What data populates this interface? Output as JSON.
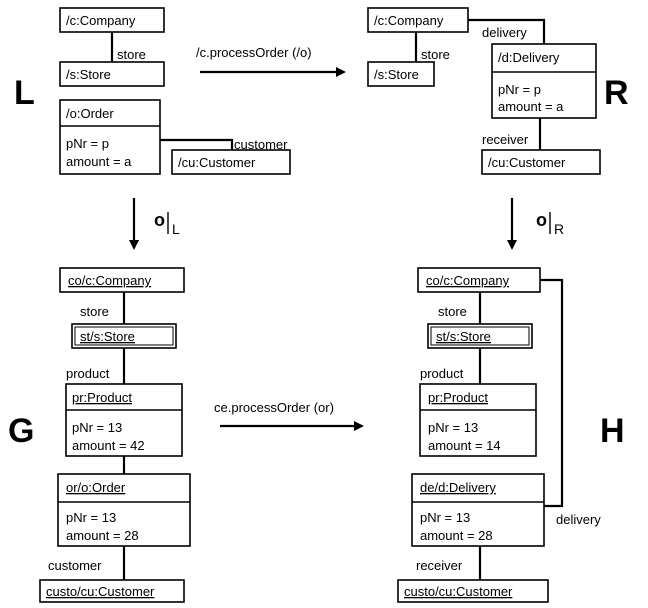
{
  "quadrants": {
    "L": {
      "letter": "L",
      "company": "/c:Company",
      "store_edge": "store",
      "store": "/s:Store",
      "order": "/o:Order",
      "order_attr1": "pNr = p",
      "order_attr2": "amount = a",
      "customer_edge": "customer",
      "customer": "/cu:Customer"
    },
    "R": {
      "letter": "R",
      "company": "/c:Company",
      "delivery_edge": "delivery",
      "store_edge": "store",
      "store": "/s:Store",
      "delivery": "/d:Delivery",
      "delivery_attr1": "pNr = p",
      "delivery_attr2": "amount = a",
      "receiver_edge": "receiver",
      "customer": "/cu:Customer"
    },
    "G": {
      "letter": "G",
      "company": "co/c:Company",
      "store_edge": "store",
      "store": "st/s:Store",
      "product_edge": "product",
      "product": "pr:Product",
      "product_attr1": "pNr = 13",
      "product_attr2": "amount = 42",
      "order": "or/o:Order",
      "order_attr1": "pNr = 13",
      "order_attr2": "amount = 28",
      "customer_edge": "customer",
      "customer": "custo/cu:Customer"
    },
    "H": {
      "letter": "H",
      "company": "co/c:Company",
      "store_edge": "store",
      "store": "st/s:Store",
      "product_edge": "product",
      "product": "pr:Product",
      "product_attr1": "pNr = 13",
      "product_attr2": "amount = 14",
      "delivery": "de/d:Delivery",
      "delivery_attr1": "pNr = 13",
      "delivery_attr2": "amount = 28",
      "delivery_edge": "delivery",
      "receiver_edge": "receiver",
      "customer": "custo/cu:Customer"
    }
  },
  "arrows": {
    "top_rule": "/c.processOrder (/o)",
    "bottom_rule": "ce.processOrder (or)",
    "left_match_main": "o",
    "left_match_sub": "L",
    "right_match_main": "o",
    "right_match_sub": "R"
  }
}
